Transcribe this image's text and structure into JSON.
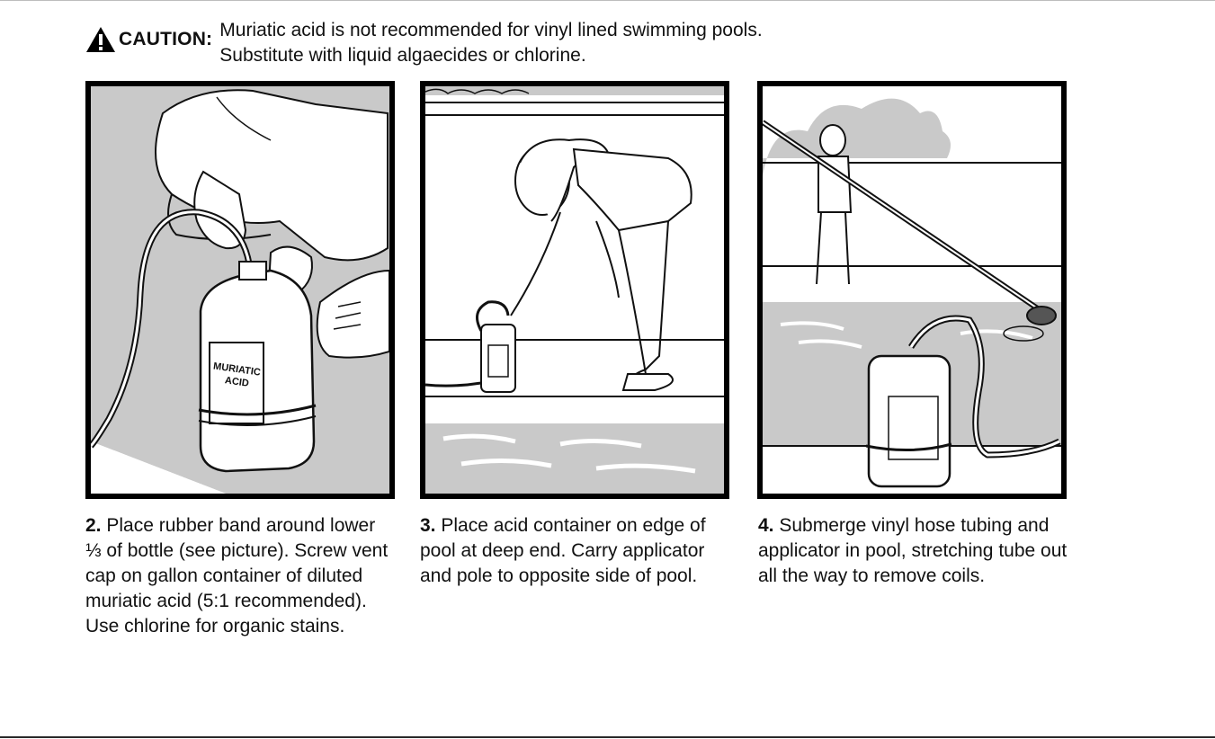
{
  "caution": {
    "label": "CAUTION:",
    "text": "Muriatic acid is not recommended for vinyl lined swimming pools. Substitute with liquid algaecides or chlorine.",
    "icon": "warning-triangle-icon"
  },
  "illustrations": {
    "panel1": {
      "container_label": "MURIATIC ACID"
    }
  },
  "steps": [
    {
      "number": "2.",
      "text": "Place rubber band around lower ⅓ of bottle (see picture). Screw vent cap on gallon container of diluted muriatic acid (5:1 recommended). Use chlorine for organic stains."
    },
    {
      "number": "3.",
      "text": "Place acid container on edge of pool at deep end. Carry applicator and pole to opposite side of pool."
    },
    {
      "number": "4.",
      "text": "Submerge vinyl hose tubing and applicator in pool, stretching tube out all the way to remove coils."
    }
  ],
  "colors": {
    "ink": "#111111",
    "shade": "#c9c9c9",
    "frame": "#000000"
  }
}
